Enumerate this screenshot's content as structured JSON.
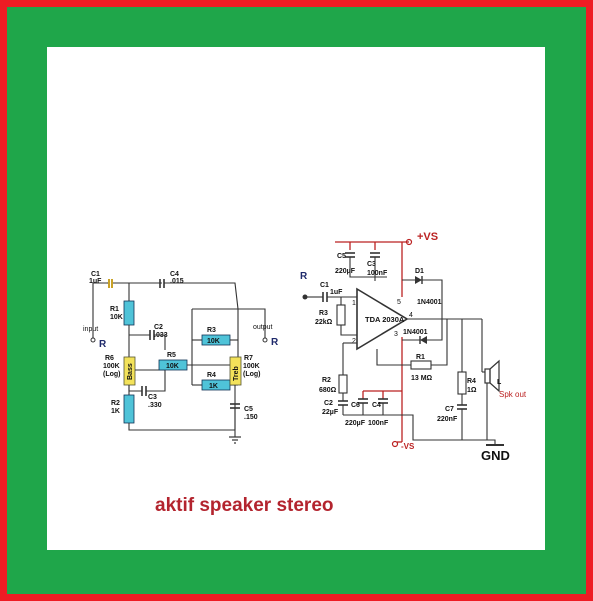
{
  "title": "aktif speaker stereo",
  "colors": {
    "outer_border": "#ee1c24",
    "inner_border": "#1fa64a",
    "panel": "#ffffff",
    "title": "#b3242e",
    "resistor_fill": "#4fc3d8",
    "pot_fill": "#f3e25a",
    "supply_wire": "#b22222"
  },
  "tone_control": {
    "c1": {
      "name": "C1",
      "value": "1uF"
    },
    "c4": {
      "name": "C4",
      "value": ".015"
    },
    "r1": {
      "name": "R1",
      "value": "10K"
    },
    "c2": {
      "name": "C2",
      "value": ".033"
    },
    "r3": {
      "name": "R3",
      "value": "10K"
    },
    "r5": {
      "name": "R5",
      "value": "10K"
    },
    "r4": {
      "name": "R4",
      "value": "1K"
    },
    "r6": {
      "name": "R6",
      "value": "100K",
      "taper": "(Log)",
      "label": "Bass"
    },
    "r7": {
      "name": "R7",
      "value": "100K",
      "taper": "(Log)",
      "label": "Treb"
    },
    "c3": {
      "name": "C3",
      "value": ".330"
    },
    "r2": {
      "name": "R2",
      "value": "1K"
    },
    "c5": {
      "name": "C5",
      "value": ".150"
    },
    "input_label": "input",
    "output_label": "output",
    "channel_left": "R",
    "channel_right": "R"
  },
  "amplifier": {
    "channel": "R",
    "supply_pos": "+VS",
    "supply_neg": "-VS",
    "ground": "GND",
    "ic": "TDA 2030A",
    "c1": {
      "name": "C1",
      "value": "1uF"
    },
    "r3": {
      "name": "R3",
      "value": "22kΩ"
    },
    "c5": {
      "name": "C5",
      "value": "220µF"
    },
    "c3": {
      "name": "C3",
      "value": "100nF"
    },
    "d1": {
      "name": "D1",
      "value": "1N4001"
    },
    "d2": {
      "value": "1N4001"
    },
    "r1": {
      "name": "R1",
      "value": "13 MΩ"
    },
    "r2": {
      "name": "R2",
      "value": "680Ω"
    },
    "c2": {
      "name": "C2",
      "value": "22µF"
    },
    "c6": {
      "name": "C6",
      "value": "220µF"
    },
    "c4": {
      "name": "C4",
      "value": "100nF"
    },
    "r4": {
      "name": "R4",
      "value": "1Ω"
    },
    "c7": {
      "name": "C7",
      "value": "220nF"
    },
    "speaker": "L",
    "speaker_label": "Spk out",
    "pins": [
      "1",
      "2",
      "3",
      "4",
      "5"
    ]
  }
}
